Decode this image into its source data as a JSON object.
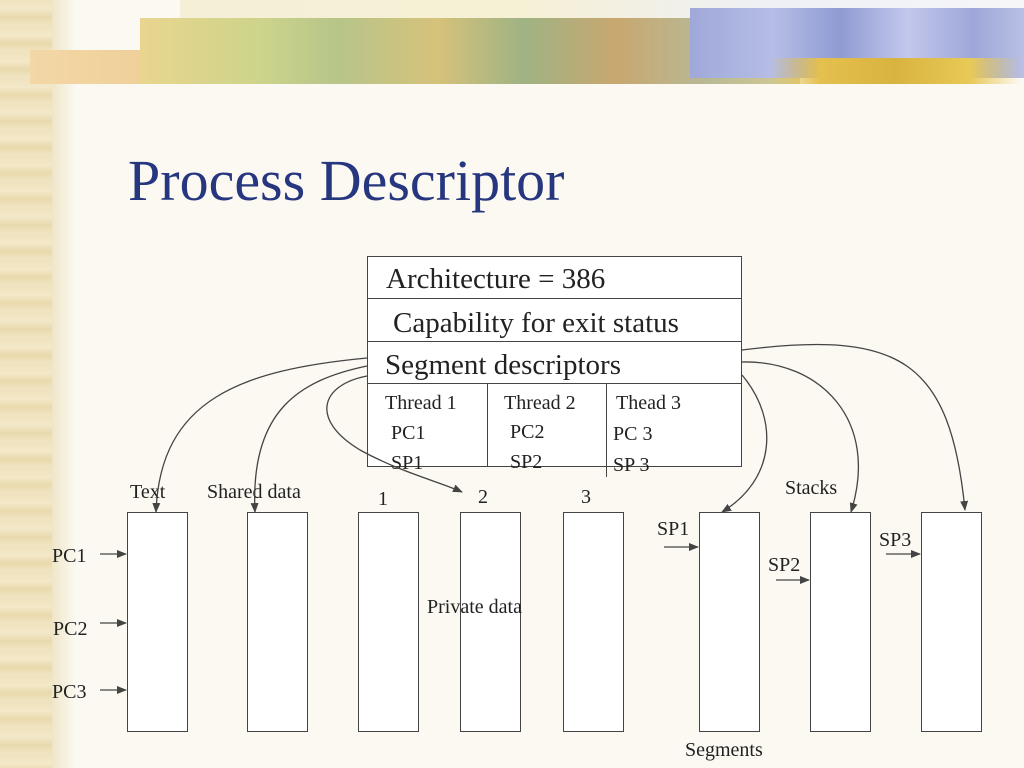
{
  "title": "Process Descriptor",
  "descriptor": {
    "rows": [
      "Architecture = 386",
      "Capability for exit status",
      "Segment descriptors"
    ],
    "threads": [
      {
        "name": "Thread 1",
        "pc": "PC1",
        "sp": "SP1"
      },
      {
        "name": "Thread 2",
        "pc": "PC2",
        "sp": "SP2"
      },
      {
        "name": "Thead 3",
        "pc": "PC 3",
        "sp": "SP 3"
      }
    ]
  },
  "segments": {
    "labels": {
      "text": "Text",
      "shared_data": "Shared data",
      "private_1": "1",
      "private_2": "2",
      "private_3": "3",
      "private_data": "Private data",
      "stacks": "Stacks",
      "segments": "Segments"
    },
    "pointers": {
      "pc1": "PC1",
      "pc2": "PC2",
      "pc3": "PC3",
      "sp1": "SP1",
      "sp2": "SP2",
      "sp3": "SP3"
    }
  }
}
